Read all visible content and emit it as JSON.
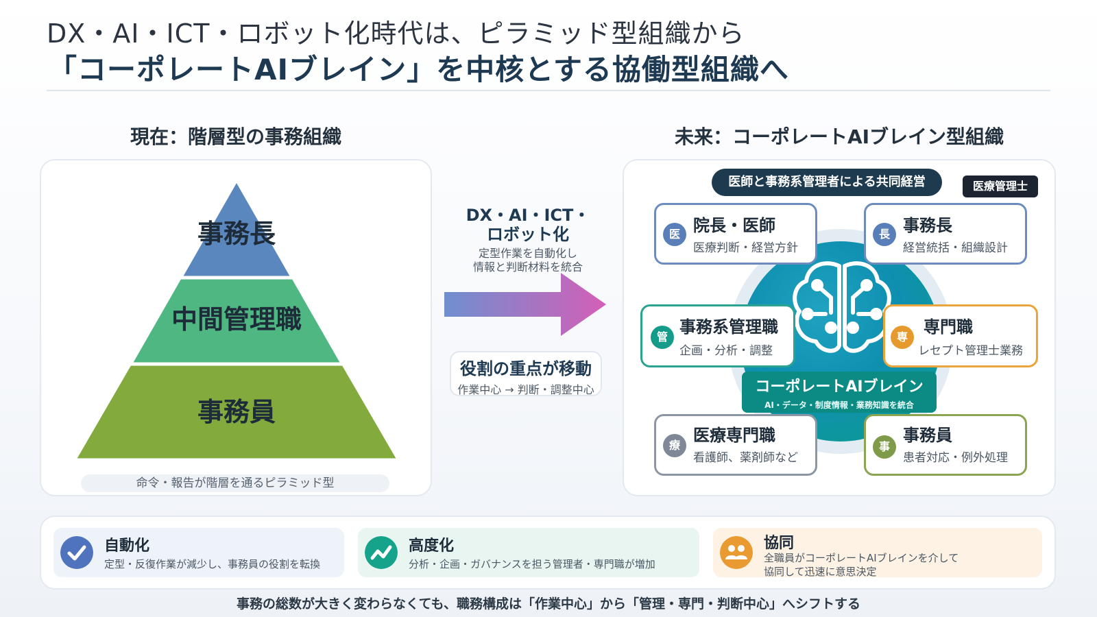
{
  "header": {
    "line1": "DX・AI・ICT・ロボット化時代は、ピラミッド型組織から",
    "line2": "「コーポレートAIブレイン」を中核とする協働型組織へ"
  },
  "left": {
    "heading": "現在：階層型の事務組織",
    "tiers": [
      "事務長",
      "中間管理職",
      "事務員"
    ],
    "caption": "命令・報告が階層を通るピラミッド型",
    "colors": {
      "top": "#5b87bf",
      "middle": "#4fb882",
      "bottom": "#82aa3c"
    }
  },
  "middle": {
    "title_line1": "DX・AI・ICT・",
    "title_line2": "ロボット化",
    "desc_line1": "定型作業を自動化し",
    "desc_line2": "情報と判断材料を統合",
    "shift_title": "役割の重点が移動",
    "shift_sub": "作業中心 → 判断・調整中心",
    "arrow_colors": [
      "#6f8fcf",
      "#d45fb8"
    ]
  },
  "right": {
    "heading": "未来：コーポレートAIブレイン型組織",
    "mgmt_pill": "医師と事務系管理者による共同経営",
    "mgmt_tag": "医療管理士",
    "brain_title": "コーポレートAIブレイン",
    "brain_sub": "AI・データ・制度情報・業務知識を統合",
    "brain_icon": "brain-circuit-icon",
    "roles": {
      "director": {
        "badge": "医",
        "title": "院長・医師",
        "sub": "医療判断・経営方針",
        "color": "#5a7fb8"
      },
      "admin_head": {
        "badge": "長",
        "title": "事務長",
        "sub": "経営統括・組織設計",
        "color": "#5a7fb8"
      },
      "office_mgr": {
        "badge": "管",
        "title": "事務系管理職",
        "sub": "企画・分析・調整",
        "color": "#159b8a"
      },
      "specialist": {
        "badge": "専",
        "title": "専門職",
        "sub": "レセプト管理士業務",
        "color": "#e69a2e"
      },
      "medical": {
        "badge": "療",
        "title": "医療専門職",
        "sub": "看護師、薬剤師など",
        "color": "#7e8896"
      },
      "clerk": {
        "badge": "事",
        "title": "事務員",
        "sub": "患者対応・例外処理",
        "color": "#7f9a48"
      }
    }
  },
  "cards": {
    "automation": {
      "title": "自動化",
      "sub": "定型・反復作業が減少し、事務員の役割を転換",
      "icon": "check-circle-icon",
      "color": "#4f74bd"
    },
    "advancement": {
      "title": "高度化",
      "sub": "分析・企画・ガバナンスを担う管理者・専門職が増加",
      "icon": "trend-line-icon",
      "color": "#16a38c"
    },
    "collaboration": {
      "title": "協同",
      "sub_line1": "全職員がコーポレートAIブレインを介して",
      "sub_line2": "協同して迅速に意思決定",
      "icon": "people-group-icon",
      "color": "#e99a30"
    }
  },
  "footer": "事務の総数が大きく変わらなくても、職務構成は「作業中心」から「管理・専門・判断中心」へシフトする"
}
